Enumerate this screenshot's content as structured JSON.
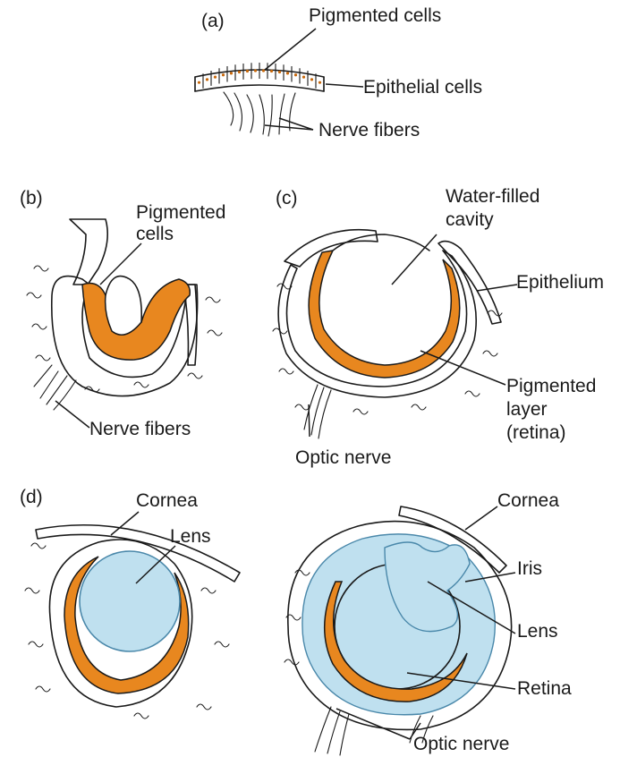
{
  "colors": {
    "pigment": "#e8871f",
    "pigment_dark": "#c9690c",
    "lens": "#bfe0ef",
    "lens_edge": "#4a88aa",
    "line": "#1a1a1a",
    "background": "#ffffff"
  },
  "panels": {
    "a": {
      "letter": "(a)",
      "labels": {
        "pigmented_cells": "Pigmented cells",
        "epithelial_cells": "Epithelial cells",
        "nerve_fibers": "Nerve fibers"
      }
    },
    "b": {
      "letter": "(b)",
      "labels": {
        "pigmented_cells_line1": "Pigmented",
        "pigmented_cells_line2": "cells",
        "nerve_fibers": "Nerve fibers"
      }
    },
    "c": {
      "letter": "(c)",
      "labels": {
        "cavity_line1": "Water-filled",
        "cavity_line2": "cavity",
        "epithelium": "Epithelium",
        "pigmented_line1": "Pigmented",
        "pigmented_line2": "layer",
        "pigmented_line3": "(retina)",
        "optic_nerve": "Optic nerve"
      }
    },
    "d": {
      "letter": "(d)",
      "labels": {
        "cornea": "Cornea",
        "lens": "Lens"
      }
    },
    "e": {
      "labels": {
        "cornea": "Cornea",
        "iris": "Iris",
        "lens": "Lens",
        "retina": "Retina",
        "optic_nerve": "Optic nerve"
      }
    }
  }
}
